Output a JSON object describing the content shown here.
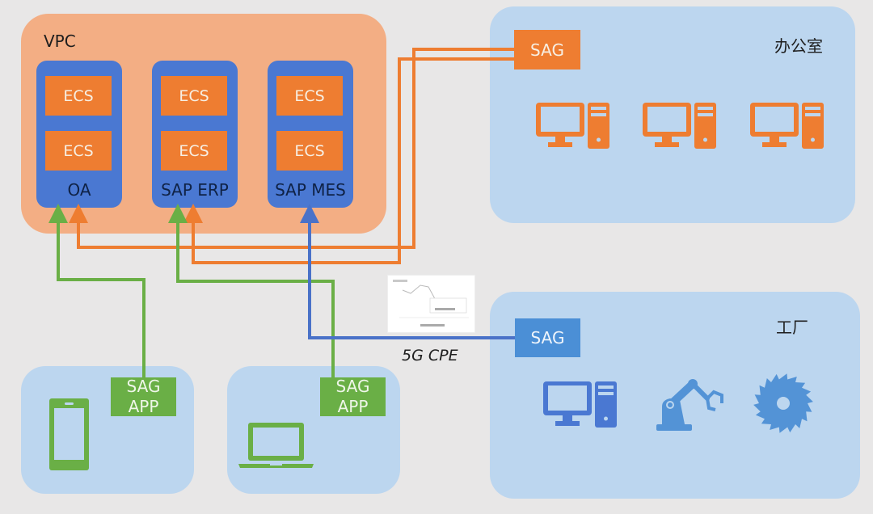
{
  "colors": {
    "vpc_bg": "#f3ae84",
    "service_bg": "#4a78d2",
    "ecs_bg": "#ee7d31",
    "zone_bg": "#bcd6ef",
    "office_link": "#ee7d31",
    "factory_link": "#4a72c8",
    "app_link": "#6aaf46"
  },
  "vpc": {
    "label": "VPC",
    "services": [
      {
        "name": "OA",
        "instances": [
          "ECS",
          "ECS"
        ]
      },
      {
        "name": "SAP ERP",
        "instances": [
          "ECS",
          "ECS"
        ]
      },
      {
        "name": "SAP MES",
        "instances": [
          "ECS",
          "ECS"
        ]
      }
    ]
  },
  "office": {
    "title": "办公室",
    "gateway": "SAG",
    "devices": [
      "desktop-computer-icon",
      "desktop-computer-icon",
      "desktop-computer-icon"
    ]
  },
  "factory": {
    "title": "工厂",
    "gateway": "SAG",
    "devices": [
      "desktop-computer-icon",
      "robot-arm-icon",
      "saw-blade-icon"
    ],
    "link_label": "5G CPE"
  },
  "mobile": {
    "gateway_line1": "SAG",
    "gateway_line2": "APP",
    "device": "smartphone-icon"
  },
  "laptop": {
    "gateway_line1": "SAG",
    "gateway_line2": "APP",
    "device": "laptop-icon"
  },
  "connections": [
    {
      "from": "office SAG",
      "to": "OA",
      "color": "orange"
    },
    {
      "from": "office SAG",
      "to": "SAP ERP",
      "color": "orange"
    },
    {
      "from": "factory SAG",
      "to": "SAP MES",
      "color": "blue",
      "via": "5G CPE"
    },
    {
      "from": "mobile SAG APP",
      "to": "OA",
      "color": "green"
    },
    {
      "from": "laptop SAG APP",
      "to": "SAP ERP",
      "color": "green"
    }
  ]
}
